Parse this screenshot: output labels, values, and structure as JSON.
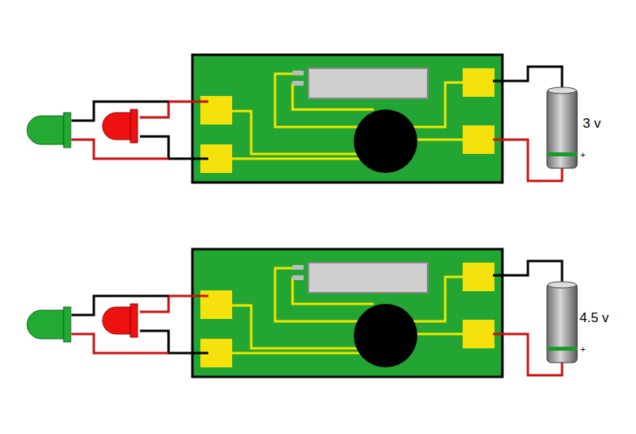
{
  "diagram": {
    "labels": [
      "3 v",
      "+",
      "4.5 v",
      "+"
    ]
  }
}
